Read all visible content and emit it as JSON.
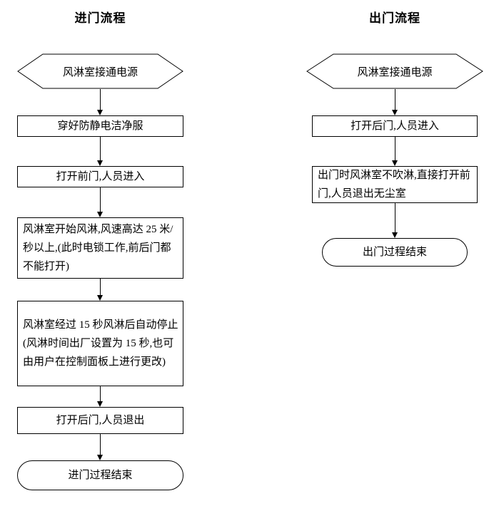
{
  "colors": {
    "line": "#000000",
    "text": "#000000",
    "fill": "#ffffff"
  },
  "left_flow": {
    "title": "进门流程",
    "nodes": [
      {
        "type": "hexagon",
        "label": "风淋室接通电源"
      },
      {
        "type": "process",
        "label": "穿好防静电洁净服"
      },
      {
        "type": "process",
        "label": "打开前门,人员进入"
      },
      {
        "type": "process",
        "label": "风淋室开始风淋,风速高达 25 米/秒以上,(此时电锁工作,前后门都不能打开)"
      },
      {
        "type": "process",
        "label": "风淋室经过 15 秒风淋后自动停止(风淋时间出厂设置为 15 秒,也可由用户在控制面板上进行更改)"
      },
      {
        "type": "process",
        "label": "打开后门,人员退出"
      },
      {
        "type": "terminator",
        "label": "进门过程结束"
      }
    ]
  },
  "right_flow": {
    "title": "出门流程",
    "nodes": [
      {
        "type": "hexagon",
        "label": "风淋室接通电源"
      },
      {
        "type": "process",
        "label": "打开后门,人员进入"
      },
      {
        "type": "process",
        "label": "出门时风淋室不吹淋,直接打开前门,人员退出无尘室"
      },
      {
        "type": "terminator",
        "label": "出门过程结束"
      }
    ]
  }
}
